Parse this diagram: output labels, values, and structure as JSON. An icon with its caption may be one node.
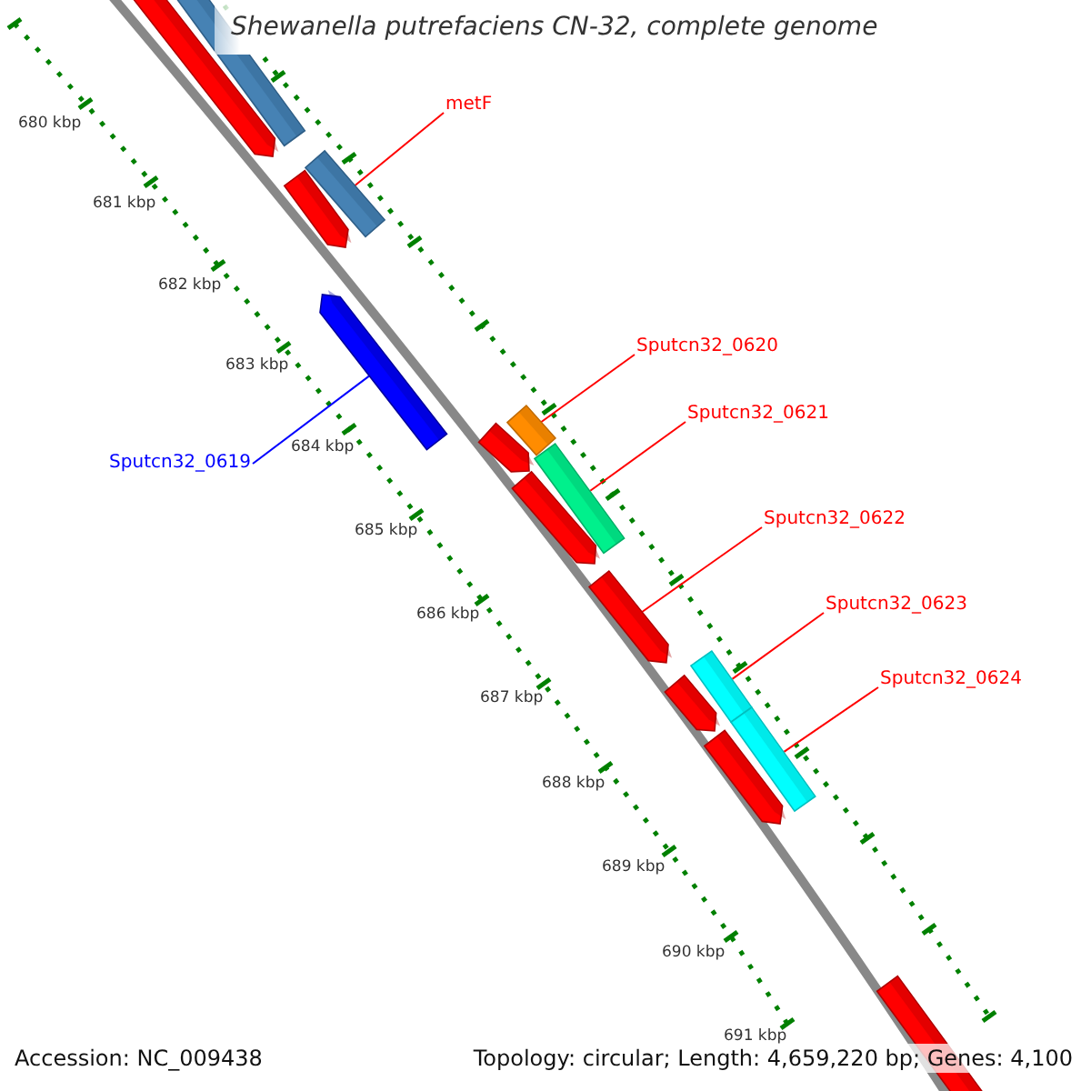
{
  "diagram": {
    "title": "Shewanella putrefaciens CN-32, complete genome",
    "nodes": [
      {
        "text": [
          "metF"
        ]
      },
      {
        "text": [],
        "shape": "bar"
      },
      {
        "text": [
          "Sputcn32_0619"
        ]
      },
      {
        "text": [],
        "shape": "bar"
      },
      {
        "text": [
          "Sputcn32_0620"
        ]
      },
      {
        "text": [],
        "shape": "bar"
      },
      {
        "text": [
          "Sputcn32_0621"
        ]
      },
      {
        "text": [],
        "shape": "bar"
      },
      {
        "text": [
          "Sputcn32_0622"
        ]
      },
      {
        "text": [],
        "shape": "bar"
      },
      {
        "text": [
          "Sputcn32_0623"
        ]
      },
      {
        "text": [],
        "shape": "bar"
      },
      {
        "text": [
          "Sputcn32_0624"
        ]
      },
      {
        "text": [],
        "shape": "bar"
      }
    ],
    "edges": [
      {
        "from": 0,
        "to": 1,
        "arrow": "none"
      },
      {
        "from": 2,
        "to": 3,
        "arrow": "none",
        "color": "#0000ff"
      },
      {
        "from": 4,
        "to": 5,
        "arrow": "none"
      },
      {
        "from": 6,
        "to": 7,
        "arrow": "none"
      },
      {
        "from": 8,
        "to": 9,
        "arrow": "none"
      },
      {
        "from": 10,
        "to": 11,
        "arrow": "none"
      },
      {
        "from": 12,
        "to": 13,
        "arrow": "none"
      }
    ],
    "labels": [
      "680 kbp",
      "681 kbp",
      "682 kbp",
      "683 kbp",
      "684 kbp",
      "685 kbp",
      "686 kbp",
      "687 kbp",
      "688 kbp",
      "689 kbp",
      "690 kbp",
      "691 kbp",
      "Accession: NC_009438",
      "Topology: circular; Length: 4,659,220 bp; Genes: 4,100"
    ]
  }
}
